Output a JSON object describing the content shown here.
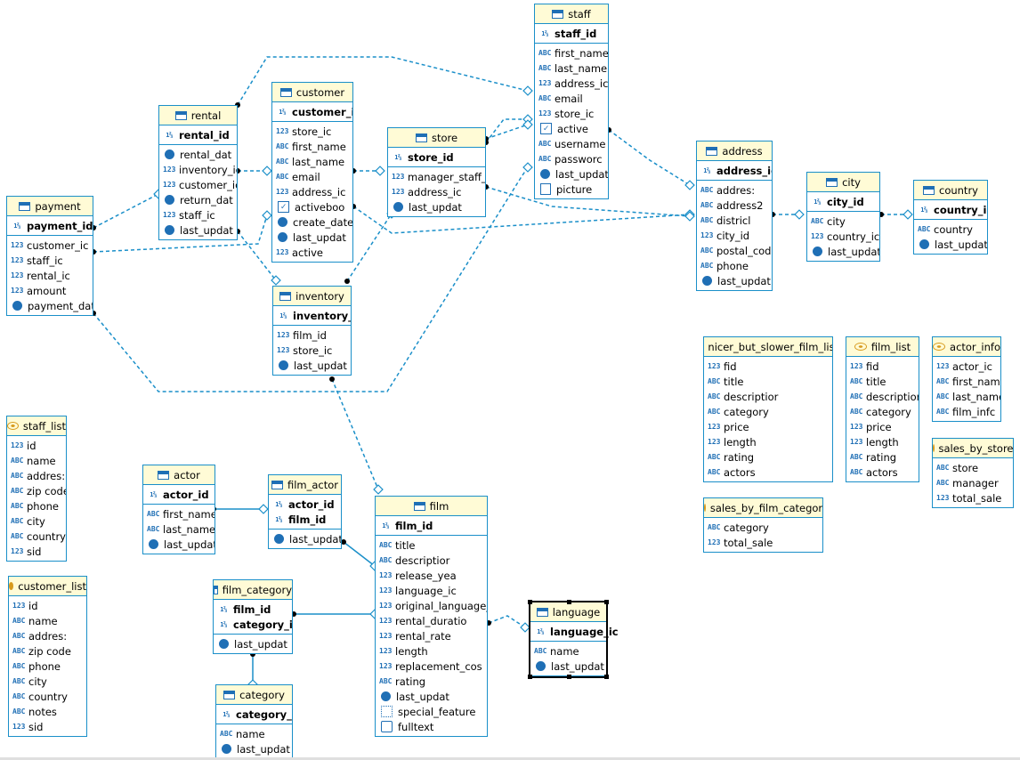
{
  "tables": {
    "staff": {
      "title": "staff",
      "type": "table",
      "pk": [
        {
          "name": "staff_id",
          "icon": "key-number"
        }
      ],
      "cols": [
        {
          "name": "first_name",
          "icon": "abc"
        },
        {
          "name": "last_name",
          "icon": "abc"
        },
        {
          "name": "address_ic",
          "icon": "123"
        },
        {
          "name": "email",
          "icon": "abc"
        },
        {
          "name": "store_ic",
          "icon": "123"
        },
        {
          "name": "active",
          "icon": "check"
        },
        {
          "name": "username",
          "icon": "abc"
        },
        {
          "name": "passworc",
          "icon": "abc"
        },
        {
          "name": "last_updat",
          "icon": "clock"
        },
        {
          "name": "picture",
          "icon": "image"
        }
      ]
    },
    "rental": {
      "title": "rental",
      "type": "table",
      "pk": [
        {
          "name": "rental_id",
          "icon": "key-number"
        }
      ],
      "cols": [
        {
          "name": "rental_dat",
          "icon": "clock"
        },
        {
          "name": "inventory_ic",
          "icon": "123"
        },
        {
          "name": "customer_ic",
          "icon": "123"
        },
        {
          "name": "return_dat",
          "icon": "clock"
        },
        {
          "name": "staff_ic",
          "icon": "123"
        },
        {
          "name": "last_updat",
          "icon": "clock"
        }
      ]
    },
    "customer": {
      "title": "customer",
      "type": "table",
      "pk": [
        {
          "name": "customer_id",
          "icon": "key-number"
        }
      ],
      "cols": [
        {
          "name": "store_ic",
          "icon": "123"
        },
        {
          "name": "first_name",
          "icon": "abc"
        },
        {
          "name": "last_name",
          "icon": "abc"
        },
        {
          "name": "email",
          "icon": "abc"
        },
        {
          "name": "address_ic",
          "icon": "123"
        },
        {
          "name": "activeboo",
          "icon": "check"
        },
        {
          "name": "create_date",
          "icon": "clock"
        },
        {
          "name": "last_updat",
          "icon": "clock"
        },
        {
          "name": "active",
          "icon": "123"
        }
      ]
    },
    "store": {
      "title": "store",
      "type": "table",
      "pk": [
        {
          "name": "store_id",
          "icon": "key-number"
        }
      ],
      "cols": [
        {
          "name": "manager_staff_i",
          "icon": "123"
        },
        {
          "name": "address_ic",
          "icon": "123"
        },
        {
          "name": "last_updat",
          "icon": "clock"
        }
      ]
    },
    "payment": {
      "title": "payment",
      "type": "table",
      "pk": [
        {
          "name": "payment_id",
          "icon": "key-number"
        }
      ],
      "cols": [
        {
          "name": "customer_ic",
          "icon": "123"
        },
        {
          "name": "staff_ic",
          "icon": "123"
        },
        {
          "name": "rental_ic",
          "icon": "123"
        },
        {
          "name": "amount",
          "icon": "123"
        },
        {
          "name": "payment_date",
          "icon": "clock"
        }
      ]
    },
    "address": {
      "title": "address",
      "type": "table",
      "pk": [
        {
          "name": "address_ic",
          "icon": "key-number"
        }
      ],
      "cols": [
        {
          "name": "addres:",
          "icon": "abc"
        },
        {
          "name": "address2",
          "icon": "abc"
        },
        {
          "name": "districl",
          "icon": "abc"
        },
        {
          "name": "city_id",
          "icon": "123"
        },
        {
          "name": "postal_code",
          "icon": "abc"
        },
        {
          "name": "phone",
          "icon": "abc"
        },
        {
          "name": "last_updat",
          "icon": "clock"
        }
      ]
    },
    "city": {
      "title": "city",
      "type": "table",
      "pk": [
        {
          "name": "city_id",
          "icon": "key-number"
        }
      ],
      "cols": [
        {
          "name": "city",
          "icon": "abc"
        },
        {
          "name": "country_ic",
          "icon": "123"
        },
        {
          "name": "last_updat",
          "icon": "clock"
        }
      ]
    },
    "country": {
      "title": "country",
      "type": "table",
      "pk": [
        {
          "name": "country_id",
          "icon": "key-number"
        }
      ],
      "cols": [
        {
          "name": "country",
          "icon": "abc"
        },
        {
          "name": "last_updat",
          "icon": "clock"
        }
      ]
    },
    "inventory": {
      "title": "inventory",
      "type": "table",
      "pk": [
        {
          "name": "inventory_id",
          "icon": "key-number"
        }
      ],
      "cols": [
        {
          "name": "film_id",
          "icon": "123"
        },
        {
          "name": "store_ic",
          "icon": "123"
        },
        {
          "name": "last_updat",
          "icon": "clock"
        }
      ]
    },
    "staff_list": {
      "title": "staff_list",
      "type": "view",
      "pk": [],
      "cols": [
        {
          "name": "id",
          "icon": "123"
        },
        {
          "name": "name",
          "icon": "abc"
        },
        {
          "name": "addres:",
          "icon": "abc"
        },
        {
          "name": "zip code",
          "icon": "abc"
        },
        {
          "name": "phone",
          "icon": "abc"
        },
        {
          "name": "city",
          "icon": "abc"
        },
        {
          "name": "country",
          "icon": "abc"
        },
        {
          "name": "sid",
          "icon": "123"
        }
      ]
    },
    "customer_list": {
      "title": "customer_list",
      "type": "view",
      "pk": [],
      "cols": [
        {
          "name": "id",
          "icon": "123"
        },
        {
          "name": "name",
          "icon": "abc"
        },
        {
          "name": "addres:",
          "icon": "abc"
        },
        {
          "name": "zip code",
          "icon": "abc"
        },
        {
          "name": "phone",
          "icon": "abc"
        },
        {
          "name": "city",
          "icon": "abc"
        },
        {
          "name": "country",
          "icon": "abc"
        },
        {
          "name": "notes",
          "icon": "abc"
        },
        {
          "name": "sid",
          "icon": "123"
        }
      ]
    },
    "actor": {
      "title": "actor",
      "type": "table",
      "pk": [
        {
          "name": "actor_id",
          "icon": "key-number"
        }
      ],
      "cols": [
        {
          "name": "first_name",
          "icon": "abc"
        },
        {
          "name": "last_name",
          "icon": "abc"
        },
        {
          "name": "last_updat",
          "icon": "clock"
        }
      ]
    },
    "film_actor": {
      "title": "film_actor",
      "type": "table",
      "pk": [
        {
          "name": "actor_id",
          "icon": "key-number"
        },
        {
          "name": "film_id",
          "icon": "key-number"
        }
      ],
      "cols": [
        {
          "name": "last_updat",
          "icon": "clock"
        }
      ]
    },
    "film": {
      "title": "film",
      "type": "table",
      "pk": [
        {
          "name": "film_id",
          "icon": "key-number"
        }
      ],
      "cols": [
        {
          "name": "title",
          "icon": "abc"
        },
        {
          "name": "descriptior",
          "icon": "abc"
        },
        {
          "name": "release_yea",
          "icon": "123"
        },
        {
          "name": "language_ic",
          "icon": "123"
        },
        {
          "name": "original_language_",
          "icon": "123"
        },
        {
          "name": "rental_duratio",
          "icon": "123"
        },
        {
          "name": "rental_rate",
          "icon": "123"
        },
        {
          "name": "length",
          "icon": "123"
        },
        {
          "name": "replacement_cos",
          "icon": "123"
        },
        {
          "name": "rating",
          "icon": "abc"
        },
        {
          "name": "last_updat",
          "icon": "clock"
        },
        {
          "name": "special_feature",
          "icon": "array"
        },
        {
          "name": "fulltext",
          "icon": "fulltext"
        }
      ]
    },
    "film_category": {
      "title": "film_category",
      "type": "table",
      "pk": [
        {
          "name": "film_id",
          "icon": "key-number"
        },
        {
          "name": "category_id",
          "icon": "key-number"
        }
      ],
      "cols": [
        {
          "name": "last_updat",
          "icon": "clock"
        }
      ]
    },
    "category": {
      "title": "category",
      "type": "table",
      "pk": [
        {
          "name": "category_id",
          "icon": "key-number"
        }
      ],
      "cols": [
        {
          "name": "name",
          "icon": "abc"
        },
        {
          "name": "last_updat",
          "icon": "clock"
        }
      ]
    },
    "language": {
      "title": "language",
      "type": "table",
      "selected": true,
      "pk": [
        {
          "name": "language_ic",
          "icon": "key-number"
        }
      ],
      "cols": [
        {
          "name": "name",
          "icon": "abc"
        },
        {
          "name": "last_updat",
          "icon": "clock"
        }
      ]
    },
    "nicer_but_slower_film_list": {
      "title": "nicer_but_slower_film_lis",
      "type": "view",
      "pk": [],
      "cols": [
        {
          "name": "fid",
          "icon": "123"
        },
        {
          "name": "title",
          "icon": "abc"
        },
        {
          "name": "descriptior",
          "icon": "abc"
        },
        {
          "name": "category",
          "icon": "abc"
        },
        {
          "name": "price",
          "icon": "123"
        },
        {
          "name": "length",
          "icon": "123"
        },
        {
          "name": "rating",
          "icon": "abc"
        },
        {
          "name": "actors",
          "icon": "abc"
        }
      ]
    },
    "film_list": {
      "title": "film_list",
      "type": "view",
      "pk": [],
      "cols": [
        {
          "name": "fid",
          "icon": "123"
        },
        {
          "name": "title",
          "icon": "abc"
        },
        {
          "name": "description",
          "icon": "abc"
        },
        {
          "name": "category",
          "icon": "abc"
        },
        {
          "name": "price",
          "icon": "123"
        },
        {
          "name": "length",
          "icon": "123"
        },
        {
          "name": "rating",
          "icon": "abc"
        },
        {
          "name": "actors",
          "icon": "abc"
        }
      ]
    },
    "actor_info": {
      "title": "actor_info",
      "type": "view",
      "pk": [],
      "cols": [
        {
          "name": "actor_ic",
          "icon": "123"
        },
        {
          "name": "first_name",
          "icon": "abc"
        },
        {
          "name": "last_name",
          "icon": "abc"
        },
        {
          "name": "film_infc",
          "icon": "abc"
        }
      ]
    },
    "sales_by_store": {
      "title": "sales_by_store",
      "type": "view",
      "pk": [],
      "cols": [
        {
          "name": "store",
          "icon": "abc"
        },
        {
          "name": "manager",
          "icon": "abc"
        },
        {
          "name": "total_sale",
          "icon": "123"
        }
      ]
    },
    "sales_by_film_category": {
      "title": "sales_by_film_categor",
      "type": "view",
      "pk": [],
      "cols": [
        {
          "name": "category",
          "icon": "abc"
        },
        {
          "name": "total_sale",
          "icon": "123"
        }
      ]
    }
  },
  "relationships": [
    {
      "from": "payment",
      "to": "rental",
      "style": "dashed"
    },
    {
      "from": "payment",
      "to": "customer",
      "style": "dashed"
    },
    {
      "from": "payment",
      "to": "staff",
      "style": "dashed"
    },
    {
      "from": "rental",
      "to": "staff",
      "style": "dashed"
    },
    {
      "from": "rental",
      "to": "customer",
      "style": "dashed"
    },
    {
      "from": "rental",
      "to": "inventory",
      "style": "dashed"
    },
    {
      "from": "customer",
      "to": "store",
      "style": "dashed"
    },
    {
      "from": "customer",
      "to": "address",
      "style": "dashed"
    },
    {
      "from": "store",
      "to": "staff",
      "style": "dashed"
    },
    {
      "from": "store",
      "to": "address",
      "style": "dashed"
    },
    {
      "from": "staff",
      "to": "address",
      "style": "dashed"
    },
    {
      "from": "staff",
      "to": "store",
      "style": "dashed"
    },
    {
      "from": "inventory",
      "to": "store",
      "style": "dashed"
    },
    {
      "from": "inventory",
      "to": "film",
      "style": "dashed"
    },
    {
      "from": "address",
      "to": "city",
      "style": "dashed"
    },
    {
      "from": "city",
      "to": "country",
      "style": "dashed"
    },
    {
      "from": "film_actor",
      "to": "actor",
      "style": "solid"
    },
    {
      "from": "film_actor",
      "to": "film",
      "style": "solid"
    },
    {
      "from": "film_category",
      "to": "film",
      "style": "solid"
    },
    {
      "from": "film_category",
      "to": "category",
      "style": "solid"
    },
    {
      "from": "film",
      "to": "language",
      "style": "dashed"
    }
  ]
}
